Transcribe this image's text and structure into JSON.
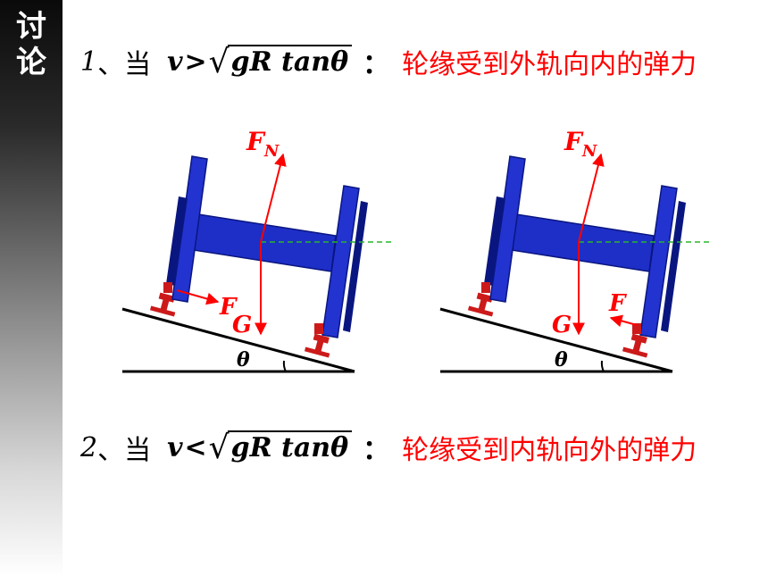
{
  "sidebar": {
    "title_line1": "讨",
    "title_line2": "论"
  },
  "line1": {
    "number": "1",
    "sep": "、当",
    "v": "v",
    "relation": ">",
    "radicand": "gR tanθ",
    "colon": "：",
    "conclusion": "轮缘受到外轨向内的弹力"
  },
  "line2": {
    "number": "2",
    "sep": "、当",
    "v": "v",
    "relation": "<",
    "radicand": "gR tanθ",
    "colon": "：",
    "conclusion": "轮缘受到内轨向外的弹力"
  },
  "diagram1": {
    "label_fn": "F",
    "label_fn_sub": "N",
    "label_g": "G",
    "label_f": "F",
    "label_theta": "θ"
  },
  "diagram2": {
    "label_fn": "F",
    "label_fn_sub": "N",
    "label_g": "G",
    "label_f": "F",
    "label_theta": "θ"
  },
  "colors": {
    "wheel": "#1e2fc8",
    "wheel_dark": "#0a1680",
    "force": "#ff0000",
    "rail": "#cc1a1a",
    "guide": "#2ab52a"
  }
}
